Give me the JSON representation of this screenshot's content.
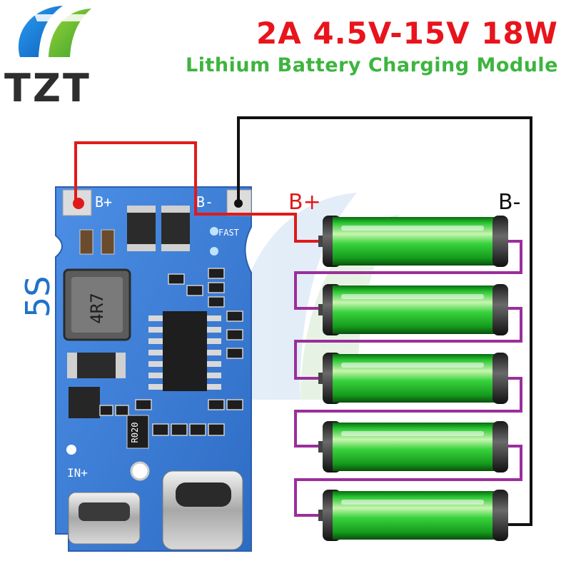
{
  "header": {
    "headline": "2A 4.5V-15V 18W",
    "subline": "Lithium Battery Charging Module"
  },
  "brand": {
    "logo_text": "TZT"
  },
  "board": {
    "series_label": "5S",
    "pad_plus_label": "B+",
    "pad_minus_label": "B-",
    "input_label": "IN+",
    "fast_label": "FAST",
    "inductor_marking": "4R7",
    "resistor_marking": "R020"
  },
  "wiring": {
    "positive_label": "B+",
    "negative_label": "B-"
  },
  "batteries": {
    "count": 5
  },
  "colors": {
    "headline": "#e8141c",
    "subline": "#3db53d",
    "series_label": "#1f72c9",
    "pcb": "#3f7fd8",
    "wire_positive": "#e01a1a",
    "wire_negative": "#111111",
    "link_wire": "#9b2e9b",
    "cell_green": "#22d32a"
  }
}
